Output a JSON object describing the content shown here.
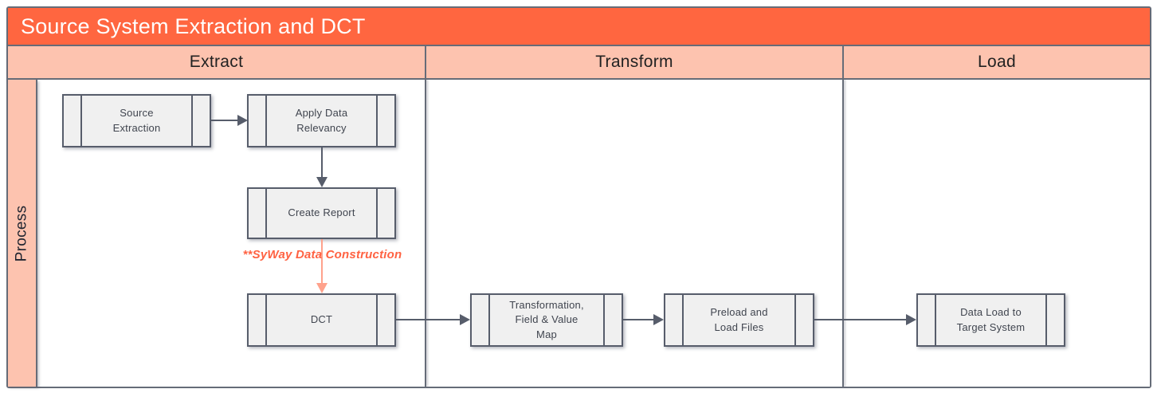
{
  "title": "Source System Extraction and DCT",
  "row_label": "Process",
  "lanes": [
    {
      "label": "Extract"
    },
    {
      "label": "Transform"
    },
    {
      "label": "Load"
    }
  ],
  "nodes": [
    {
      "id": "source-extraction",
      "lane": "Extract",
      "shape": "predefined-process",
      "label": "Source Extraction"
    },
    {
      "id": "apply-data-relevancy",
      "lane": "Extract",
      "shape": "predefined-process",
      "label": "Apply Data Relevancy"
    },
    {
      "id": "create-report",
      "lane": "Extract",
      "shape": "predefined-process",
      "label": "Create Report"
    },
    {
      "id": "dct",
      "lane": "Extract",
      "shape": "predefined-process",
      "label": "DCT"
    },
    {
      "id": "transformation-field-value-map",
      "lane": "Transform",
      "shape": "predefined-process",
      "label": "Transformation, Field & Value Map"
    },
    {
      "id": "preload-and-load-files",
      "lane": "Transform",
      "shape": "predefined-process",
      "label": "Preload and Load Files"
    },
    {
      "id": "data-load-to-target-system",
      "lane": "Load",
      "shape": "predefined-process",
      "label": "Data Load to Target System"
    }
  ],
  "edges": [
    {
      "from": "source-extraction",
      "to": "apply-data-relevancy",
      "color": "#575D6B"
    },
    {
      "from": "apply-data-relevancy",
      "to": "create-report",
      "color": "#575D6B"
    },
    {
      "from": "create-report",
      "to": "dct",
      "color": "#FFA28C",
      "label": "**SyWay Data Construction"
    },
    {
      "from": "dct",
      "to": "transformation-field-value-map",
      "color": "#575D6B"
    },
    {
      "from": "transformation-field-value-map",
      "to": "preload-and-load-files",
      "color": "#575D6B"
    },
    {
      "from": "preload-and-load-files",
      "to": "data-load-to-target-system",
      "color": "#575D6B"
    }
  ],
  "annotation": {
    "text": "**SyWay Data Construction",
    "color": "#FF6242"
  },
  "colors": {
    "title_bg": "#FF6640",
    "title_text": "#FFFFFF",
    "lane_header_bg": "#FDC3AF",
    "grid_border": "#666C78",
    "node_fill": "#F0F0F0",
    "node_border": "#575D6B",
    "node_text": "#40454F",
    "arrow": "#575D6B",
    "arrow_salmon": "#FFA28C",
    "annotation_text": "#FF6242"
  }
}
